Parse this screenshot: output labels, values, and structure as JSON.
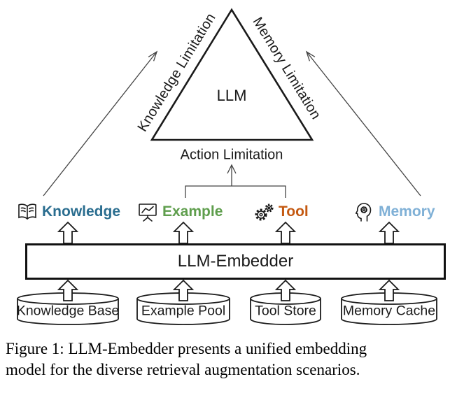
{
  "diagram": {
    "llm_label": "LLM",
    "limitations": {
      "left": "Knowledge Limitation",
      "right": "Memory Limitation",
      "bottom": "Action Limitation"
    },
    "categories": [
      {
        "label": "Knowledge",
        "icon": "book-icon",
        "color": "#2a6d8f"
      },
      {
        "label": "Example",
        "icon": "chart-board-icon",
        "color": "#5f9e4d"
      },
      {
        "label": "Tool",
        "icon": "gears-icon",
        "color": "#c45911"
      },
      {
        "label": "Memory",
        "icon": "head-gear-icon",
        "color": "#7fb0d6"
      }
    ],
    "embedder_label": "LLM-Embedder",
    "stores": [
      "Knowledge Base",
      "Example Pool",
      "Tool Store",
      "Memory Cache"
    ]
  },
  "caption": {
    "line1": "Figure 1: LLM-Embedder presents a unified embedding",
    "line2": "model for the diverse retrieval augmentation scenarios."
  }
}
